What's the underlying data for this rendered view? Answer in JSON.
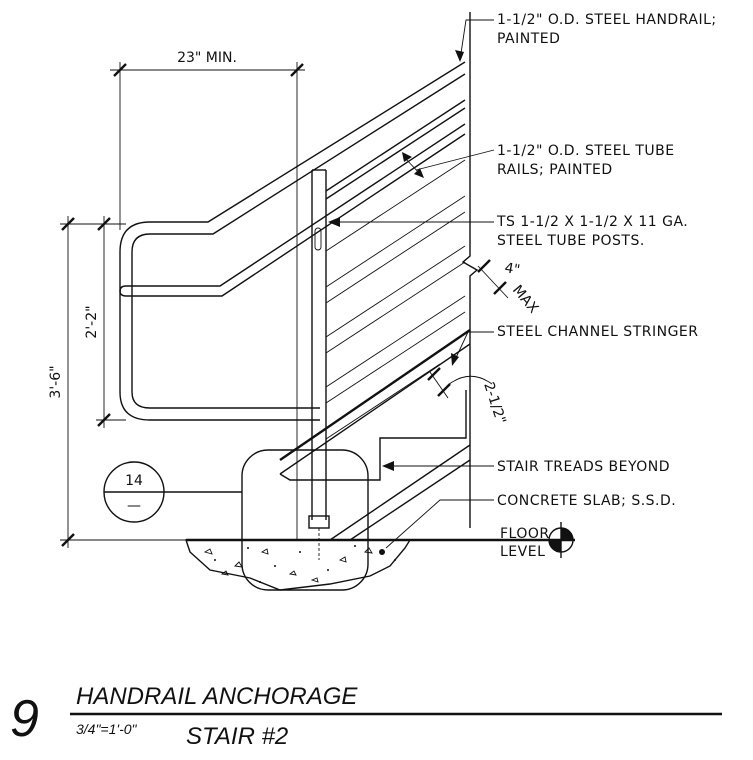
{
  "callouts": {
    "handrail_1": "1-1/2\" O.D. STEEL HANDRAIL;",
    "handrail_2": "PAINTED",
    "rails_1": "1-1/2\" O.D. STEEL TUBE",
    "rails_2": "RAILS; PAINTED",
    "posts_1": "TS 1-1/2 X 1-1/2 X 11 GA.",
    "posts_2": "STEEL TUBE POSTS.",
    "stringer": "STEEL CHANNEL STRINGER",
    "treads": "STAIR TREADS BEYOND",
    "slab": "CONCRETE SLAB; S.S.D.",
    "floor_1": "FLOOR",
    "floor_2": "LEVEL"
  },
  "dimensions": {
    "width_min": "23\" MIN.",
    "height_1": "2'-2\"",
    "height_2": "3'-6\"",
    "spacing_val": "4\"",
    "spacing_max": "MAX",
    "offset": "2-1/2\""
  },
  "detail_bubble": {
    "number": "14",
    "sheet": "—"
  },
  "title_block": {
    "detail_number": "9",
    "title": "HANDRAIL ANCHORAGE",
    "scale": "3/4\"=1'-0\"",
    "subtitle": "STAIR #2"
  }
}
